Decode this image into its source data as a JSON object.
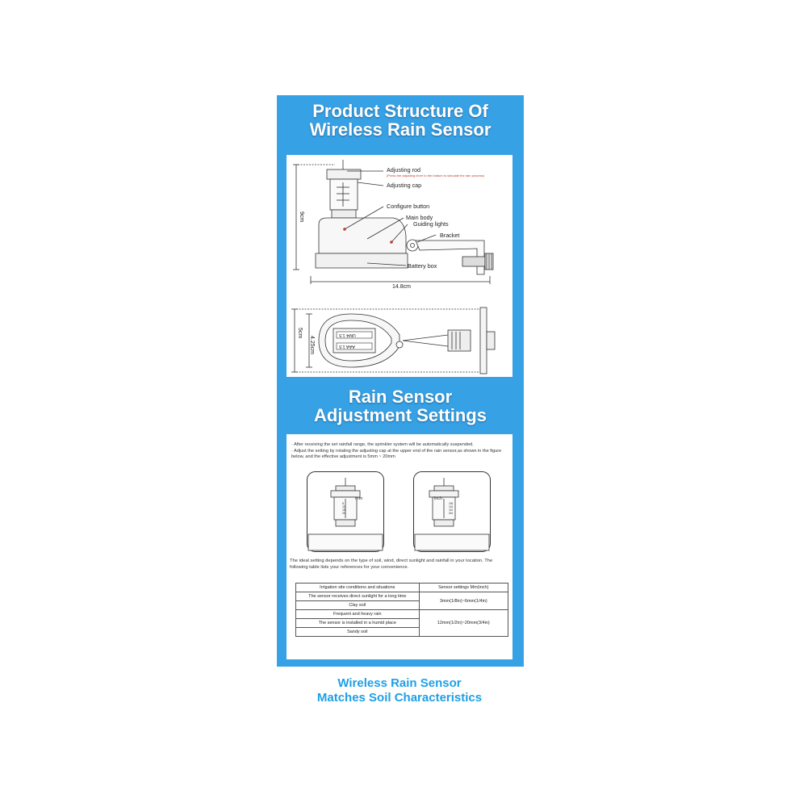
{
  "section1": {
    "title_line1": "Product Structure Of",
    "title_line2": "Wireless Rain Sensor"
  },
  "structure_labels": {
    "adjusting_rod": "Adjusting rod",
    "adjusting_rod_note": "(Press the adjusting lever to the bottom to simulate the rain process)",
    "adjusting_cap": "Adjusting cap",
    "configure_button": "Configure button",
    "main_body": "Main body",
    "guiding_lights": "Guiding lights",
    "bracket": "Bracket",
    "battery_box": "Battery box"
  },
  "dimensions": {
    "height": "9cm",
    "width": "14.8cm",
    "depth_outer": "5cm",
    "depth_inner": "4.25cm"
  },
  "battery_text": {
    "top": "UM4 1.5",
    "bottom": "AAA 1.5"
  },
  "section2": {
    "title_line1": "Rain Sensor",
    "title_line2": "Adjustment Settings"
  },
  "instructions": [
    "After receiving the set rainfall range, the sprinkler system will be automatically suspended.",
    "Adjust the setting by rotating the adjusting cap at the upper end of the rain sensor,as shown in the figure below, and the effective adjustment is 5mm ~ 20mm"
  ],
  "scale_labels": {
    "left": "mm",
    "right": "inch",
    "left_ticks": [
      "5",
      "10",
      "15",
      "20"
    ],
    "right_ticks": [
      "1/8",
      "1/4",
      "1/2",
      "3/4"
    ]
  },
  "intro_paragraph": "The ideal setting depends on the type of soil, wind, direct sunlight and rainfall in your location. The following table lists your references for your convenience.",
  "table": {
    "headers": [
      "Irrigation site conditions and situations",
      "Sensor settings Mm(inch)"
    ],
    "conditions": [
      "The sensor receives direct sunlight for a long time",
      "Clay soil",
      "Frequent and heavy rain",
      "The sensor is installed in a humid place",
      "Sandy soil"
    ],
    "settings": [
      "3mm(1/8in)~6mm(1/4in)",
      "12mm(1/2in)~20mm(3/4in)"
    ]
  },
  "footer": {
    "line1": "Wireless Rain Sensor",
    "line2": "Matches Soil Characteristics"
  },
  "colors": {
    "panel": "#37a1e6",
    "footer_text": "#1e9fe6",
    "note": "#c0392b"
  }
}
